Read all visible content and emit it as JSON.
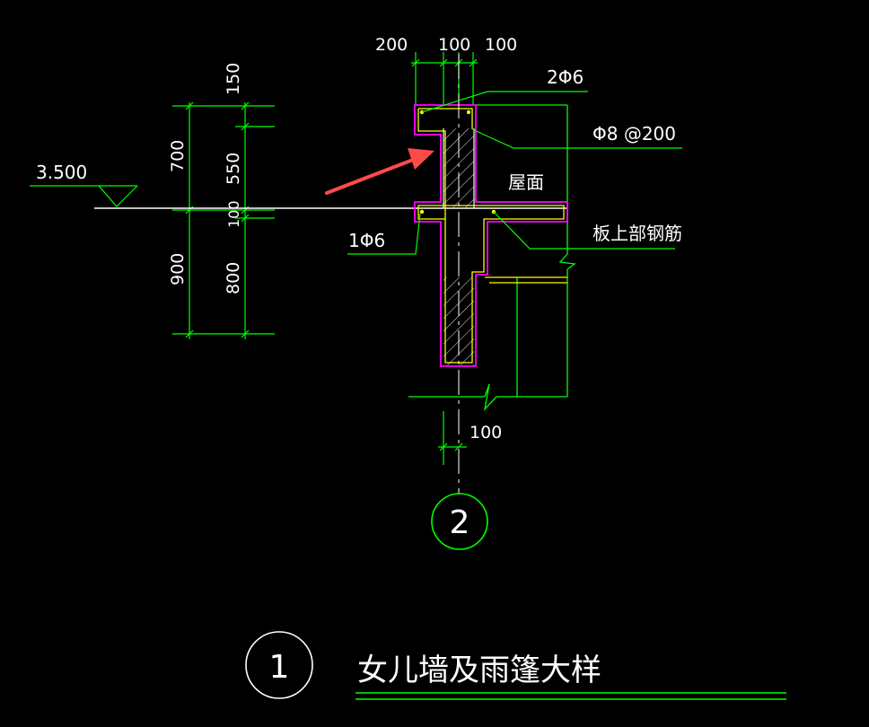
{
  "drawing": {
    "top_dims": [
      "200",
      "100",
      "100"
    ],
    "left_outer_dims": [
      "700",
      "900"
    ],
    "left_inner_dims": [
      "150",
      "550",
      "100",
      "800"
    ],
    "elevation": "3.500",
    "bottom_dim": "100",
    "labels": {
      "top_rebar": "2Φ6",
      "stirrup": "Φ8 @200",
      "roof": "屋面",
      "bottom_rebar": "1Φ6",
      "slab_rebar": "板上部钢筋"
    },
    "axis_number": "2",
    "detail_number": "1",
    "detail_title": "女儿墙及雨篷大样"
  },
  "colors": {
    "dimension": "#00ff00",
    "concrete_outline": "#ff00ff",
    "rebar": "#ffff00",
    "structure": "#00ff00",
    "arrow": "#ff4a4a",
    "text": "#ffffff"
  }
}
